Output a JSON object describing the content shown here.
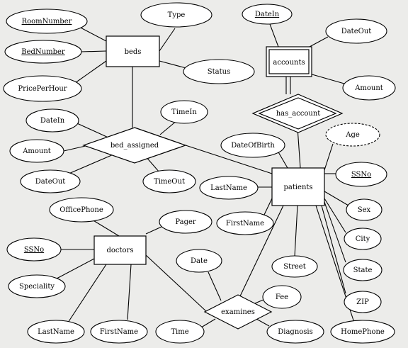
{
  "entities": {
    "beds": "beds",
    "accounts": "accounts",
    "patients": "patients",
    "doctors": "doctors"
  },
  "relationships": {
    "has_account": "has_account",
    "bed_assigned": "bed_assigned",
    "examines": "examines"
  },
  "attributes": {
    "room_number": "RoomNumber",
    "bed_number": "BedNumber",
    "price_per_hour": "PricePerHour",
    "type": "Type",
    "status": "Status",
    "acc_date_in": "DateIn",
    "acc_date_out": "DateOut",
    "acc_amount": "Amount",
    "ba_date_in": "DateIn",
    "ba_time_in": "TimeIn",
    "ba_amount": "Amount",
    "ba_date_out": "DateOut",
    "ba_time_out": "TimeOut",
    "p_date_of_birth": "DateOfBirth",
    "p_age": "Age",
    "p_ssno": "SSNo",
    "p_last_name": "LastName",
    "p_first_name": "FirstName",
    "p_sex": "Sex",
    "p_city": "City",
    "p_street": "Street",
    "p_state": "State",
    "p_zip": "ZIP",
    "p_home_phone": "HomePhone",
    "d_office_phone": "OfficePhone",
    "d_pager": "Pager",
    "d_ssno": "SSNo",
    "d_speciality": "Speciality",
    "d_last_name": "LastName",
    "d_first_name": "FirstName",
    "e_date": "Date",
    "e_fee": "Fee",
    "e_time": "Time",
    "e_diagnosis": "Diagnosis"
  }
}
